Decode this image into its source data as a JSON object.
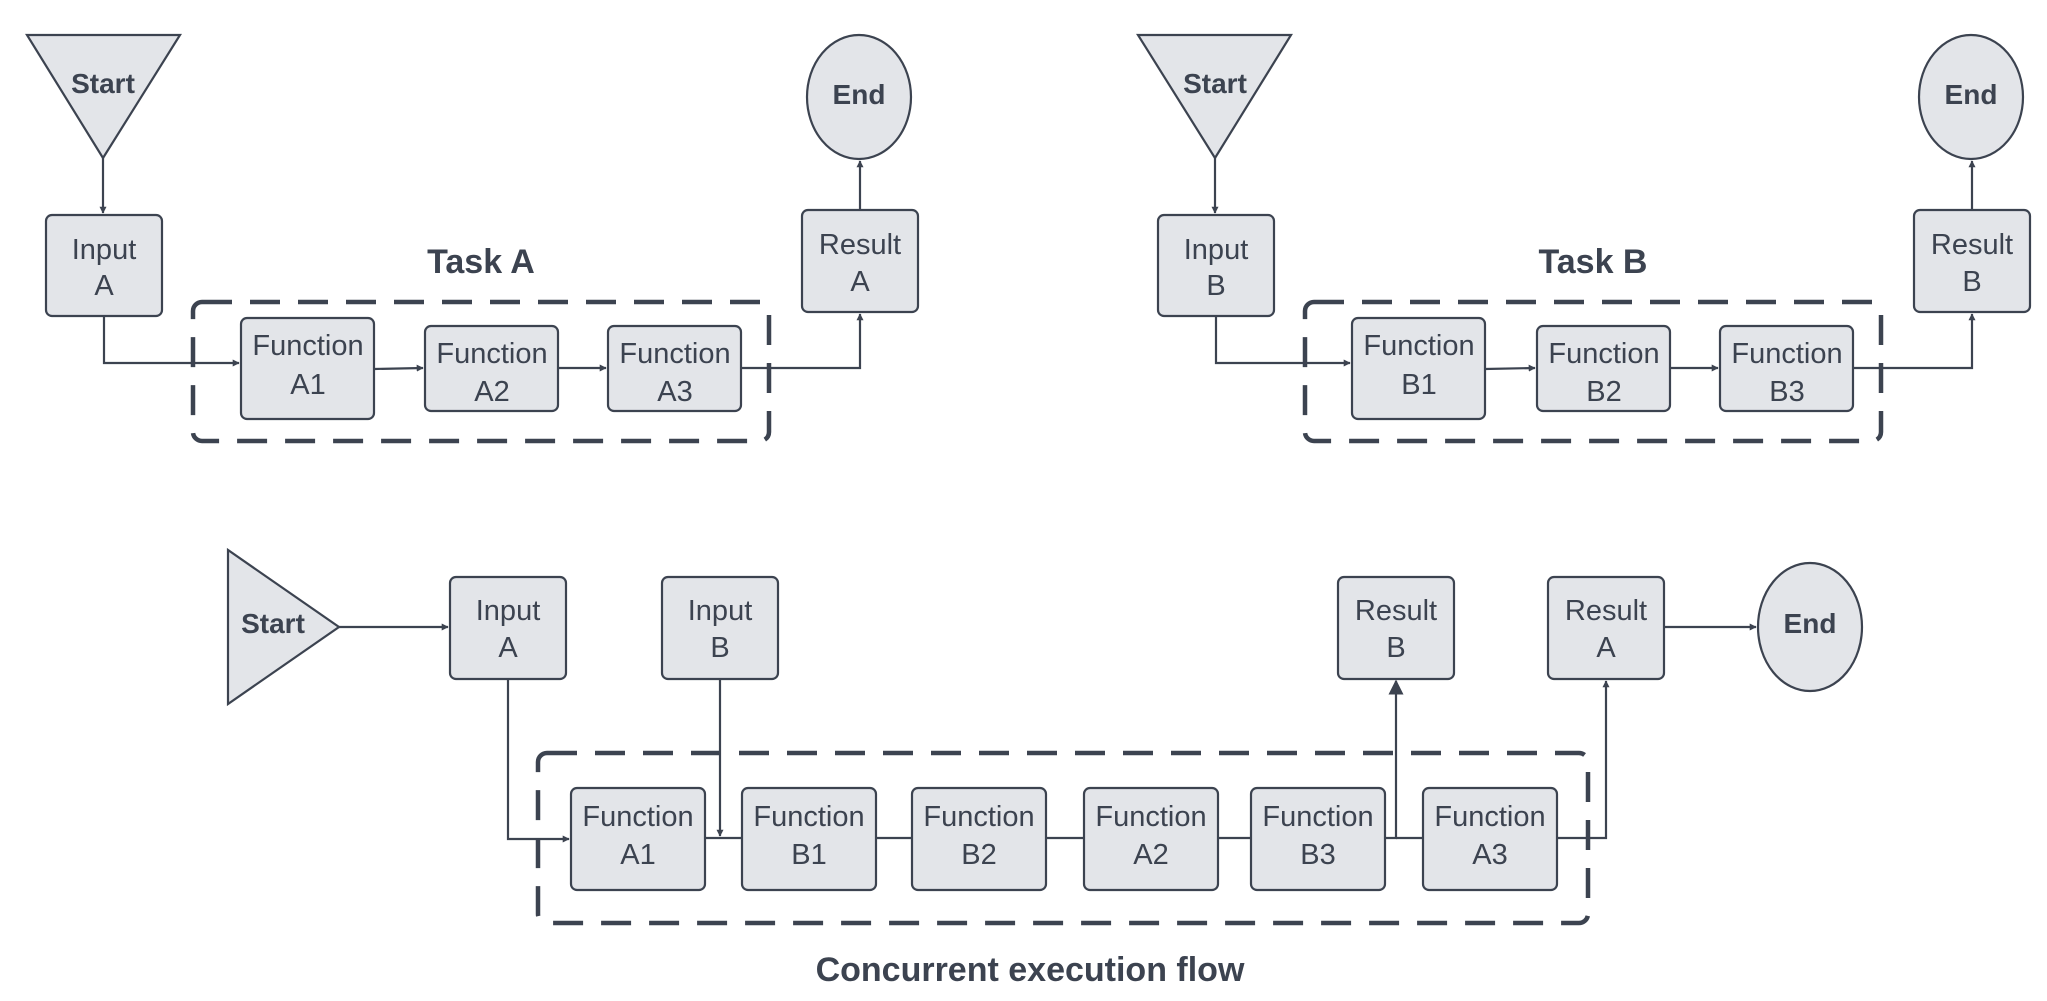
{
  "colors": {
    "node_fill": "#e3e5e9",
    "stroke": "#3c4350",
    "text": "#3c4350"
  },
  "task_a": {
    "title": "Task A",
    "start": "Start",
    "input": [
      "Input",
      "A"
    ],
    "function_1": [
      "Function",
      "A1"
    ],
    "function_2": [
      "Function",
      "A2"
    ],
    "function_3": [
      "Function",
      "A3"
    ],
    "result": [
      "Result",
      "A"
    ],
    "end": "End"
  },
  "task_b": {
    "title": "Task B",
    "start": "Start",
    "input": [
      "Input",
      "B"
    ],
    "function_1": [
      "Function",
      "B1"
    ],
    "function_2": [
      "Function",
      "B2"
    ],
    "function_3": [
      "Function",
      "B3"
    ],
    "result": [
      "Result",
      "B"
    ],
    "end": "End"
  },
  "concurrent": {
    "title": "Concurrent execution flow",
    "start": "Start",
    "input_a": [
      "Input",
      "A"
    ],
    "input_b": [
      "Input",
      "B"
    ],
    "function_a1": [
      "Function",
      "A1"
    ],
    "function_b1": [
      "Function",
      "B1"
    ],
    "function_b2": [
      "Function",
      "B2"
    ],
    "function_a2": [
      "Function",
      "A2"
    ],
    "function_b3": [
      "Function",
      "B3"
    ],
    "function_a3": [
      "Function",
      "A3"
    ],
    "result_b": [
      "Result",
      "B"
    ],
    "result_a": [
      "Result",
      "A"
    ],
    "end": "End"
  }
}
